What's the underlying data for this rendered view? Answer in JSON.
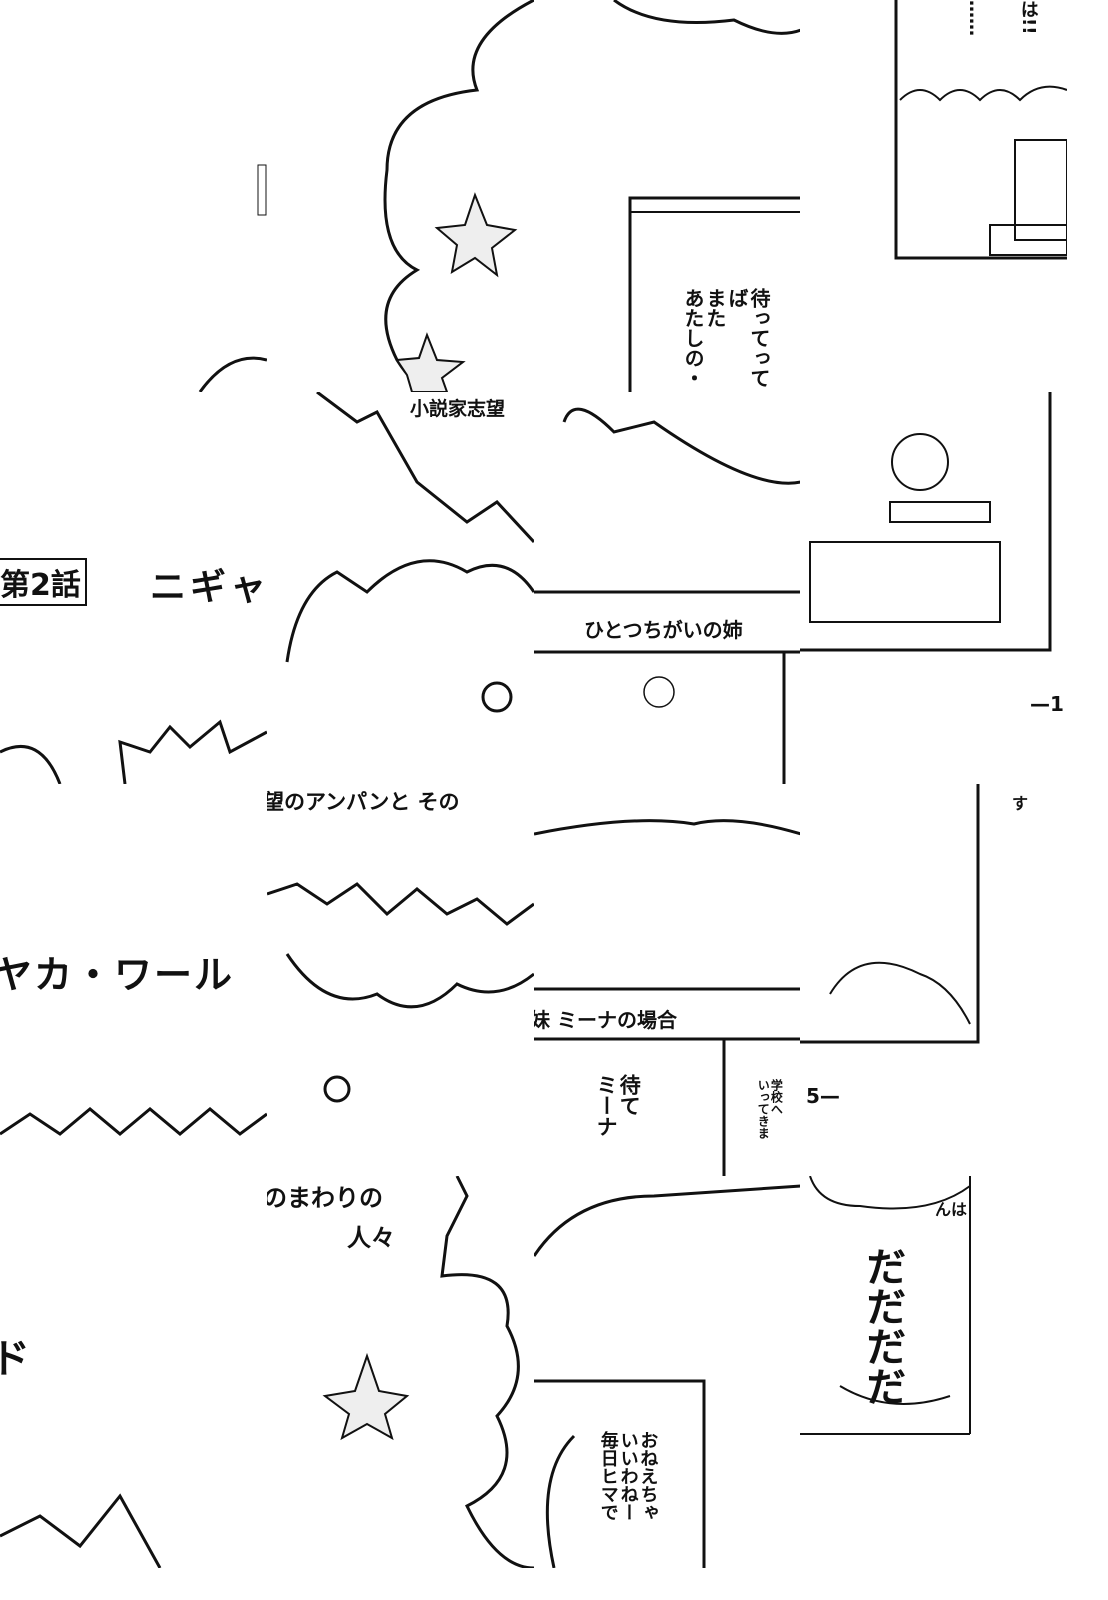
{
  "title": {
    "chapter": "第2話",
    "title_part1": "ニギャ",
    "title_part2": "ヤカ・ワール",
    "title_part3": "ド"
  },
  "subtitle": {
    "part1": "小説家志望",
    "part2": "望のアンパンと その",
    "part3a": "のまわりの",
    "part3b": "人々"
  },
  "caption": {
    "part1": "ひとつちがいの姉",
    "part2": "妹 ミーナの場合"
  },
  "dialogue": {
    "bubble1": [
      "待ってってば",
      "また",
      "あたしの・"
    ],
    "bubble2": [
      "待て",
      "ミーナ"
    ],
    "bubble3": [
      "学校へ",
      "いってきま"
    ],
    "bubble4": [
      "おねえちゃ",
      "いいわねー",
      "毎日ヒマで"
    ],
    "ellipsis": "……",
    "exclaim": "は!!",
    "nha": "んは"
  },
  "sfx": {
    "run": "だだだだ",
    "su": "す"
  },
  "page_numbers": {
    "part1": "—1",
    "part2": "5—"
  }
}
